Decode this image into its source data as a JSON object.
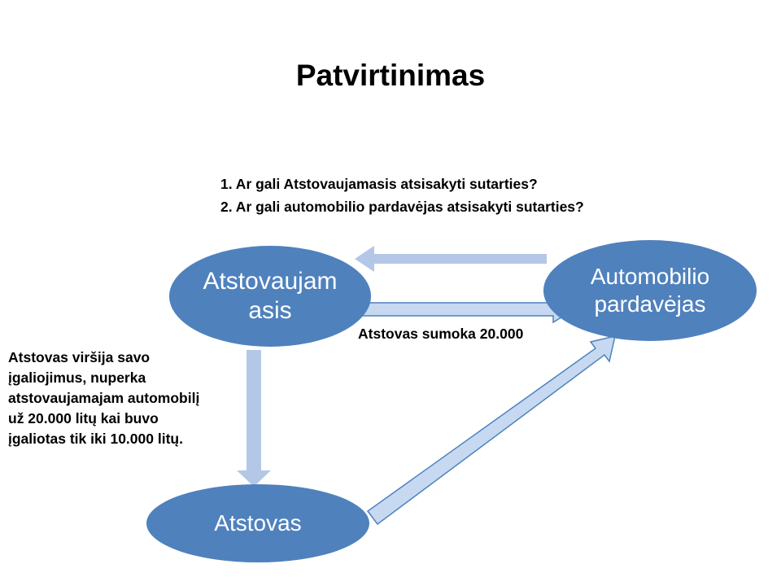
{
  "title": "Patvirtinimas",
  "questions": [
    "1. Ar gali Atstovaujamasis atsisakyti sutarties?",
    "2. Ar gali automobilio pardavėjas atsisakyti sutarties?"
  ],
  "nodes": {
    "principal": {
      "line1": "Atstovaujam",
      "line2": "asis"
    },
    "seller": {
      "line1": "Automobilio",
      "line2": "pardavėjas"
    },
    "agent": {
      "label": "Atstovas"
    }
  },
  "arrow_label": "Atstovas sumoka 20.000",
  "side_note": "Atstovas viršija savo įgaliojimus, nuperka atstovaujamajam automobilį už 20.000 litų kai buvo įgaliotas tik iki 10.000 litų.",
  "colors": {
    "node_fill": "#4F81BD",
    "arrow_fill": "#B4C7E7",
    "arrow_stroke": "#4F81BD",
    "arrow_light_fill": "#C6D9F1"
  }
}
